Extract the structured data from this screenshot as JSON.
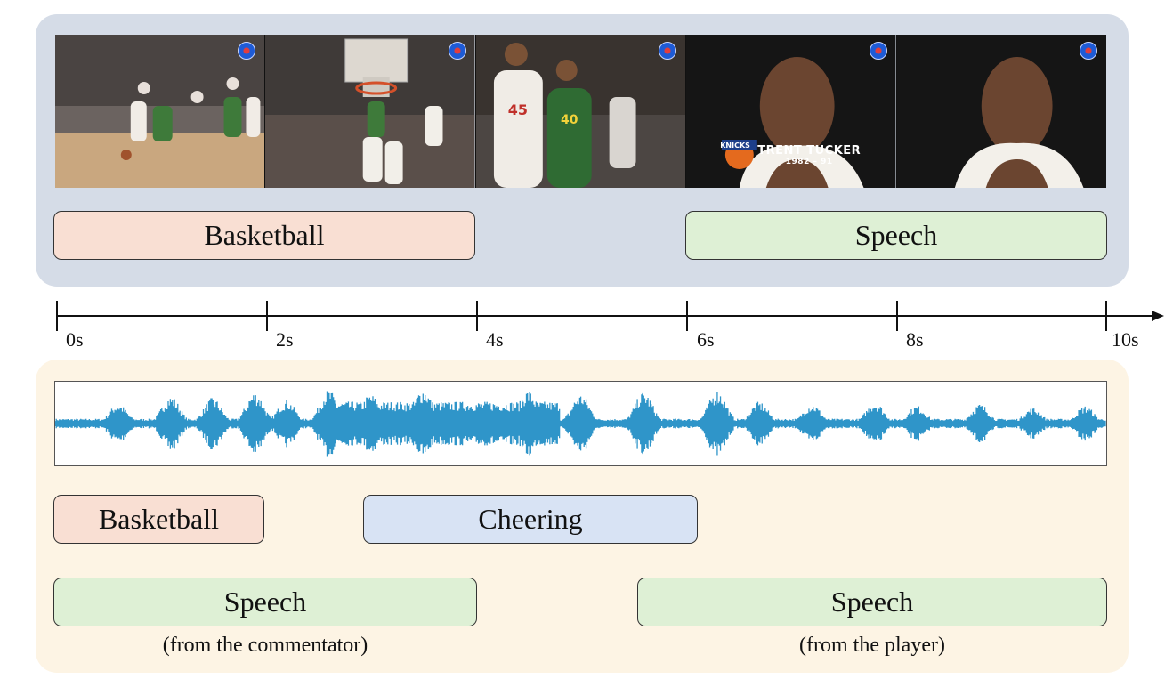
{
  "visual": {
    "frames": [
      {
        "scene": "court"
      },
      {
        "scene": "hoop"
      },
      {
        "scene": "players"
      },
      {
        "scene": "interview",
        "caption_name": "TRENT TUCKER",
        "caption_years": "1982 – 91",
        "badge": "KNICKS"
      },
      {
        "scene": "interview"
      }
    ],
    "labels": [
      {
        "text": "Basketball",
        "kind": "basketball"
      },
      {
        "text": "Speech",
        "kind": "speech"
      }
    ]
  },
  "timeline": {
    "ticks": [
      "0s",
      "2s",
      "4s",
      "6s",
      "8s",
      "10s"
    ]
  },
  "audio": {
    "labels": [
      {
        "text": "Basketball",
        "kind": "basketball"
      },
      {
        "text": "Cheering",
        "kind": "cheering"
      },
      {
        "text": "Speech",
        "kind": "speech"
      },
      {
        "text": "Speech",
        "kind": "speech"
      }
    ],
    "notes": [
      "(from the commentator)",
      "(from the player)"
    ]
  },
  "colors": {
    "visual_panel": "#d5dce7",
    "audio_panel": "#fdf4e4",
    "basketball": "#f9dfd3",
    "speech": "#def0d5",
    "cheering": "#d8e3f4",
    "waveform": "#2f95c9"
  }
}
